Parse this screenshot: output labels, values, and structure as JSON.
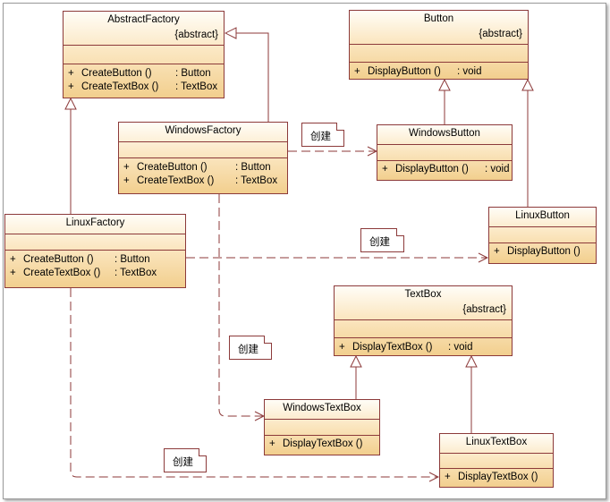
{
  "classes": {
    "abstract_factory": {
      "name": "AbstractFactory",
      "stereotype": "{abstract}",
      "operations": [
        {
          "visibility": "+",
          "name": "CreateButton ()",
          "type": ": Button"
        },
        {
          "visibility": "+",
          "name": "CreateTextBox ()",
          "type": ": TextBox"
        }
      ]
    },
    "button": {
      "name": "Button",
      "stereotype": "{abstract}",
      "operations": [
        {
          "visibility": "+",
          "name": "DisplayButton ()",
          "type": ": void"
        }
      ]
    },
    "windows_factory": {
      "name": "WindowsFactory",
      "operations": [
        {
          "visibility": "+",
          "name": "CreateButton ()",
          "type": ": Button"
        },
        {
          "visibility": "+",
          "name": "CreateTextBox ()",
          "type": ": TextBox"
        }
      ]
    },
    "windows_button": {
      "name": "WindowsButton",
      "operations": [
        {
          "visibility": "+",
          "name": "DisplayButton ()",
          "type": ": void"
        }
      ]
    },
    "linux_factory": {
      "name": "LinuxFactory",
      "operations": [
        {
          "visibility": "+",
          "name": "CreateButton ()",
          "type": ": Button"
        },
        {
          "visibility": "+",
          "name": "CreateTextBox ()",
          "type": ": TextBox"
        }
      ]
    },
    "linux_button": {
      "name": "LinuxButton",
      "operations": [
        {
          "visibility": "+",
          "name": "DisplayButton ()"
        }
      ]
    },
    "textbox": {
      "name": "TextBox",
      "stereotype": "{abstract}",
      "operations": [
        {
          "visibility": "+",
          "name": "DisplayTextBox ()",
          "type": ": void"
        }
      ]
    },
    "windows_textbox": {
      "name": "WindowsTextBox",
      "operations": [
        {
          "visibility": "+",
          "name": "DisplayTextBox ()"
        }
      ]
    },
    "linux_textbox": {
      "name": "LinuxTextBox",
      "operations": [
        {
          "visibility": "+",
          "name": "DisplayTextBox ()"
        }
      ]
    }
  },
  "notes": {
    "windows_button_note": "创建",
    "linux_button_note": "创建",
    "windows_textbox_note": "创建",
    "linux_textbox_note": "创建"
  },
  "relationships": [
    {
      "type": "generalization",
      "from": "WindowsFactory",
      "to": "AbstractFactory"
    },
    {
      "type": "generalization",
      "from": "LinuxFactory",
      "to": "AbstractFactory"
    },
    {
      "type": "generalization",
      "from": "WindowsButton",
      "to": "Button"
    },
    {
      "type": "generalization",
      "from": "LinuxButton",
      "to": "Button"
    },
    {
      "type": "generalization",
      "from": "WindowsTextBox",
      "to": "TextBox"
    },
    {
      "type": "generalization",
      "from": "LinuxTextBox",
      "to": "TextBox"
    },
    {
      "type": "dependency",
      "from": "WindowsFactory",
      "to": "WindowsButton"
    },
    {
      "type": "dependency",
      "from": "LinuxFactory",
      "to": "LinuxButton"
    },
    {
      "type": "dependency",
      "from": "WindowsFactory",
      "to": "WindowsTextBox"
    },
    {
      "type": "dependency",
      "from": "LinuxFactory",
      "to": "LinuxTextBox"
    }
  ],
  "colors": {
    "border": "#8c3a3a",
    "fill_top": "#fffdf7",
    "fill_bottom": "#f2cf8e",
    "edge": "#8c3a3a"
  }
}
